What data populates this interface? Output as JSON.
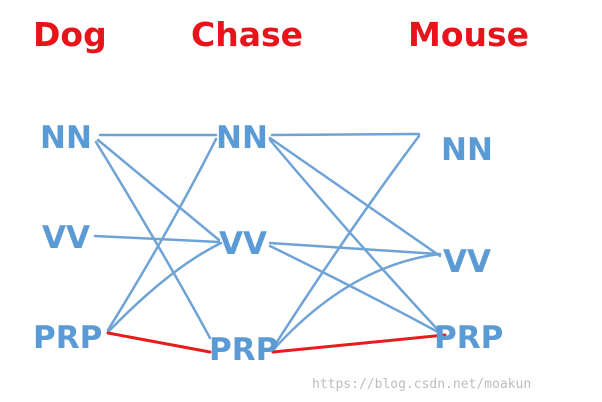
{
  "words": [
    {
      "id": "dog",
      "text": "Dog"
    },
    {
      "id": "chase",
      "text": "Chase"
    },
    {
      "id": "mouse",
      "text": "Mouse"
    }
  ],
  "columns": [
    {
      "word": "Dog",
      "tags": [
        "NN",
        "VV",
        "PRP"
      ]
    },
    {
      "word": "Chase",
      "tags": [
        "NN",
        "VV",
        "PRP"
      ]
    },
    {
      "word": "Mouse",
      "tags": [
        "NN",
        "VV",
        "PRP"
      ]
    }
  ],
  "edges": [
    {
      "from": [
        "Dog",
        "NN"
      ],
      "to": [
        "Chase",
        "NN"
      ],
      "highlighted": false
    },
    {
      "from": [
        "Dog",
        "NN"
      ],
      "to": [
        "Chase",
        "VV"
      ],
      "highlighted": false
    },
    {
      "from": [
        "Dog",
        "NN"
      ],
      "to": [
        "Chase",
        "PRP"
      ],
      "highlighted": false
    },
    {
      "from": [
        "Dog",
        "VV"
      ],
      "to": [
        "Chase",
        "VV"
      ],
      "highlighted": false
    },
    {
      "from": [
        "Dog",
        "PRP"
      ],
      "to": [
        "Chase",
        "NN"
      ],
      "highlighted": false
    },
    {
      "from": [
        "Dog",
        "PRP"
      ],
      "to": [
        "Chase",
        "VV"
      ],
      "highlighted": false
    },
    {
      "from": [
        "Dog",
        "PRP"
      ],
      "to": [
        "Chase",
        "PRP"
      ],
      "highlighted": true
    },
    {
      "from": [
        "Chase",
        "NN"
      ],
      "to": [
        "Mouse",
        "NN"
      ],
      "highlighted": false
    },
    {
      "from": [
        "Chase",
        "NN"
      ],
      "to": [
        "Mouse",
        "VV"
      ],
      "highlighted": false
    },
    {
      "from": [
        "Chase",
        "NN"
      ],
      "to": [
        "Mouse",
        "PRP"
      ],
      "highlighted": false
    },
    {
      "from": [
        "Chase",
        "VV"
      ],
      "to": [
        "Mouse",
        "VV"
      ],
      "highlighted": false
    },
    {
      "from": [
        "Chase",
        "VV"
      ],
      "to": [
        "Mouse",
        "PRP"
      ],
      "highlighted": false
    },
    {
      "from": [
        "Chase",
        "PRP"
      ],
      "to": [
        "Mouse",
        "NN"
      ],
      "highlighted": false
    },
    {
      "from": [
        "Chase",
        "PRP"
      ],
      "to": [
        "Mouse",
        "VV"
      ],
      "highlighted": false
    },
    {
      "from": [
        "Chase",
        "PRP"
      ],
      "to": [
        "Mouse",
        "PRP"
      ],
      "highlighted": true
    }
  ],
  "colors": {
    "word": "#e8141b",
    "tag": "#5b9bd5",
    "edge": "#6fa3d6",
    "highlight_path": "#e81c1c",
    "watermark": "#bdbdbd"
  },
  "watermark": "https://blog.csdn.net/moakun"
}
